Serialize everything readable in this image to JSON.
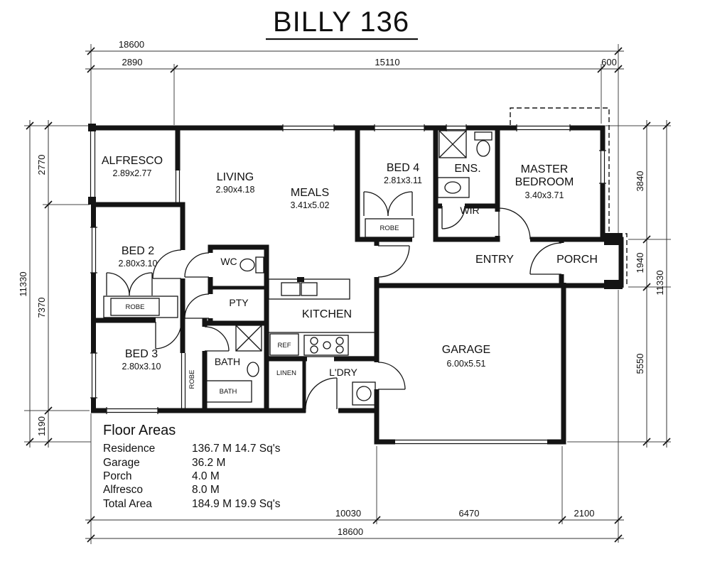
{
  "title": "BILLY 136",
  "dims": {
    "top_overall": "18600",
    "top_seg1": "2890",
    "top_seg2": "15110",
    "top_seg3": "600",
    "left_overall": "11330",
    "left_seg1": "2770",
    "left_seg2": "7370",
    "left_seg3": "1190",
    "right_seg1": "3840",
    "right_seg2": "1940",
    "right_seg3": "5550",
    "right_overall": "11330",
    "bottom_seg1": "10030",
    "bottom_seg2": "6470",
    "bottom_seg3": "2100",
    "bottom_overall": "18600"
  },
  "rooms": {
    "alfresco": {
      "name": "ALFRESCO",
      "size": "2.89x2.77"
    },
    "living": {
      "name": "LIVING",
      "size": "2.90x4.18"
    },
    "meals": {
      "name": "MEALS",
      "size": "3.41x5.02"
    },
    "bed4": {
      "name": "BED 4",
      "size": "2.81x3.11"
    },
    "ens": {
      "name": "ENS."
    },
    "master": {
      "name_line1": "MASTER",
      "name_line2": "BEDROOM",
      "size": "3.40x3.71"
    },
    "wir": {
      "name": "WIR"
    },
    "bed2": {
      "name": "BED 2",
      "size": "2.80x3.10"
    },
    "bed3": {
      "name": "BED 3",
      "size": "2.80x3.10"
    },
    "wc": {
      "name": "WC"
    },
    "pty": {
      "name": "PTY"
    },
    "kitchen": {
      "name": "KITCHEN"
    },
    "entry": {
      "name": "ENTRY"
    },
    "porch": {
      "name": "PORCH"
    },
    "bath": {
      "name": "BATH"
    },
    "laundry": {
      "name": "L'DRY"
    },
    "garage": {
      "name": "GARAGE",
      "size": "6.00x5.51"
    }
  },
  "small_labels": {
    "robe": "ROBE",
    "ref": "REF",
    "linen": "LINEN",
    "bath_tub": "BATH"
  },
  "floor_areas": {
    "heading": "Floor Areas",
    "rows": [
      {
        "label": "Residence",
        "value": "136.7 M 14.7 Sq's"
      },
      {
        "label": "Garage",
        "value": "36.2 M"
      },
      {
        "label": "Porch",
        "value": "4.0 M"
      },
      {
        "label": "Alfresco",
        "value": "8.0 M"
      },
      {
        "label": "Total Area",
        "value": "184.9 M 19.9 Sq's"
      }
    ]
  }
}
